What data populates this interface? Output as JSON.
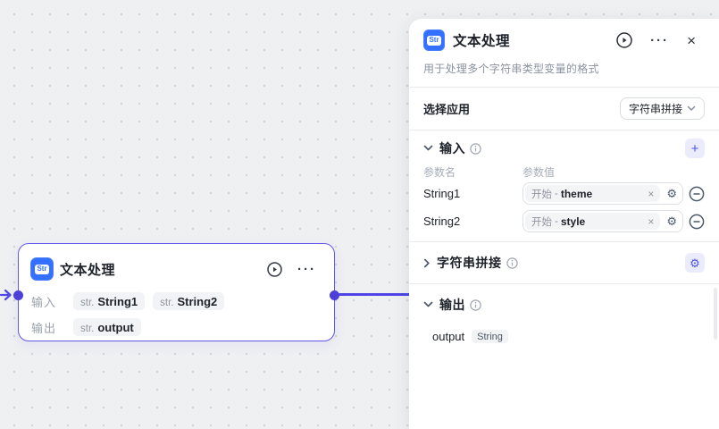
{
  "icons": {
    "app_badge": "Str",
    "more": "···",
    "close": "×",
    "plus": "+",
    "gear": "⚙",
    "tag_close": "×"
  },
  "colors": {
    "accent_indigo": "#4d53e8",
    "accent_light_bg": "#eaecfb",
    "node_border": "#6157e8",
    "edge": "#4f46e5",
    "app_icon_blue": "#3370ff",
    "canvas_bg": "#eff0f2",
    "tag_bg": "#f2f3f5",
    "text_primary": "#1d2129",
    "text_secondary": "#86909c"
  },
  "canvas": {
    "node": {
      "title": "文本处理",
      "input_label": "输入",
      "output_label": "输出",
      "inputs": [
        {
          "type": "str.",
          "name": "String1"
        },
        {
          "type": "str.",
          "name": "String2"
        }
      ],
      "outputs": [
        {
          "type": "str.",
          "name": "output"
        }
      ]
    }
  },
  "panel": {
    "title": "文本处理",
    "subtitle": "用于处理多个字符串类型变量的格式",
    "select_app": {
      "label": "选择应用",
      "value": "字符串拼接"
    },
    "input_section": {
      "title": "输入",
      "col_name": "参数名",
      "col_value": "参数值",
      "rows": [
        {
          "name": "String1",
          "ref_prefix": "开始",
          "ref_value": "theme"
        },
        {
          "name": "String2",
          "ref_prefix": "开始",
          "ref_value": "style"
        }
      ]
    },
    "concat_section": {
      "title": "字符串拼接"
    },
    "output_section": {
      "title": "输出",
      "rows": [
        {
          "name": "output",
          "type": "String"
        }
      ]
    }
  }
}
